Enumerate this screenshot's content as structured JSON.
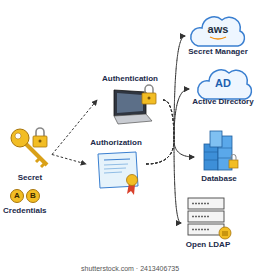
{
  "diagram": {
    "nodes": [
      {
        "text": [
          "Secret"
        ]
      },
      {
        "text": [
          "A"
        ]
      },
      {
        "text": [
          "B"
        ]
      },
      {
        "text": [
          "Authentication"
        ]
      },
      {
        "text": [
          "Authorization"
        ]
      },
      {
        "text": [
          "aws",
          "Secret Manager"
        ]
      },
      {
        "text": [
          "AD",
          "Active Directory"
        ]
      },
      {
        "text": [
          "Database"
        ]
      },
      {
        "text": [
          "Open LDAP"
        ]
      }
    ],
    "edges": [
      {
        "from": 0,
        "to": 3,
        "arrow": "to"
      },
      {
        "from": 0,
        "to": 4,
        "arrow": "to"
      },
      {
        "from": 3,
        "to": 5,
        "arrow": "to"
      },
      {
        "from": 3,
        "to": 6,
        "arrow": "to"
      },
      {
        "from": 3,
        "to": 7,
        "arrow": "to"
      },
      {
        "from": 3,
        "to": 8,
        "arrow": "to"
      },
      {
        "from": 4,
        "to": 5,
        "arrow": "to"
      },
      {
        "from": 4,
        "to": 6,
        "arrow": "to"
      },
      {
        "from": 4,
        "to": 7,
        "arrow": "to"
      },
      {
        "from": 4,
        "to": 8,
        "arrow": "to"
      }
    ],
    "labels": [
      "Credentials",
      "shutterstock.com · 2413406735"
    ]
  }
}
